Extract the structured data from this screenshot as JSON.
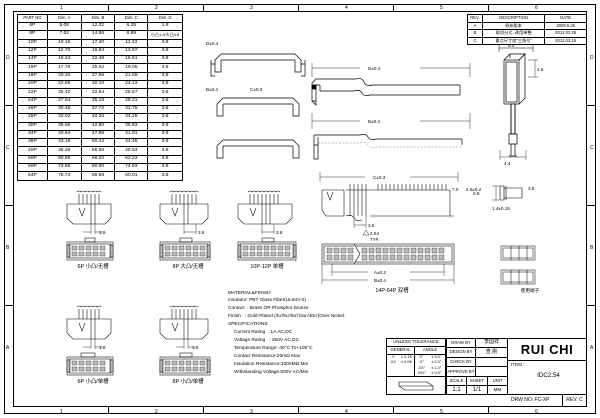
{
  "sheet": {
    "zones_top": [
      "1",
      "2",
      "3",
      "4",
      "5",
      "6"
    ],
    "zones_bottom": [
      "1",
      "2",
      "3",
      "4",
      "5",
      "6"
    ],
    "zones_left": [
      "D",
      "C",
      "B",
      "A"
    ],
    "zones_right": [
      "D",
      "C",
      "B",
      "A"
    ]
  },
  "parts_table": {
    "headers": [
      "PART NO",
      "Dim. A",
      "Dim. B",
      "Dim. C",
      "Dim. D"
    ],
    "rows": [
      [
        "6P",
        "5.08",
        "12.32",
        "6.35",
        "1.9"
      ],
      [
        "8P",
        "7.62",
        "14.86",
        "8.89",
        "小凸1.9/大凸3.8"
      ],
      [
        "10P",
        "10.16",
        "17.40",
        "11.43",
        "3.8"
      ],
      [
        "12P",
        "12.70",
        "19.94",
        "13.97",
        "3.8"
      ],
      [
        "14P",
        "15.24",
        "22.48",
        "16.51",
        "3.8"
      ],
      [
        "16P",
        "17.78",
        "25.02",
        "19.05",
        "3.8"
      ],
      [
        "18P",
        "20.32",
        "27.56",
        "21.59",
        "3.8"
      ],
      [
        "20P",
        "22.86",
        "30.10",
        "24.13",
        "3.8"
      ],
      [
        "22P",
        "25.40",
        "32.64",
        "26.67",
        "3.8"
      ],
      [
        "24P",
        "27.94",
        "35.18",
        "29.21",
        "3.8"
      ],
      [
        "26P",
        "30.48",
        "37.72",
        "31.75",
        "3.8"
      ],
      [
        "28P",
        "33.02",
        "40.26",
        "34.29",
        "3.8"
      ],
      [
        "30P",
        "35.56",
        "42.80",
        "36.83",
        "3.8"
      ],
      [
        "34P",
        "40.64",
        "47.88",
        "41.91",
        "3.8"
      ],
      [
        "36P",
        "43.18",
        "50.42",
        "44.45",
        "3.8"
      ],
      [
        "40P",
        "48.26",
        "55.50",
        "49.53",
        "3.8"
      ],
      [
        "50P",
        "60.96",
        "68.20",
        "62.23",
        "3.8"
      ],
      [
        "60P",
        "73.66",
        "80.90",
        "74.93",
        "3.8"
      ],
      [
        "64P",
        "78.74",
        "85.98",
        "80.01",
        "3.8"
      ]
    ]
  },
  "revision_table": {
    "headers": [
      "REV.",
      "DESCRIPTION",
      "DATE"
    ],
    "rows": [
      [
        "A",
        "原始版本",
        "2009.5.26"
      ],
      [
        "B",
        "取消分式, 改用单整",
        "2012.02.26"
      ],
      [
        "C",
        "重点尺寸加\"三角号\"",
        "2012.03.16"
      ]
    ]
  },
  "material": {
    "heading": "MATERIAL&FINISH",
    "lines": [
      "Insulator: PBT Glass Fiber(UL94V-0)",
      "Contact  : Brass OR Phosphor bronze",
      "Finish   : Gold-Plated (3u'/5u'/6u'/15u'/30u')Over Nickel."
    ]
  },
  "specifications": {
    "heading": "SPECIFICATIONS",
    "lines": [
      "Current Rating   :1A AC,DC",
      "Voltage Rating   : 250V AC,DC",
      "Temperature Range:-40°C To+105°C",
      "Contact Resistance:20mΩ Max",
      "Insulation Resistance:1000MΩ Min",
      "Withstanding Voltage:500V AC/Min"
    ]
  },
  "tolerance": {
    "title": "UNLESS TOLERANCE",
    "col_general": "GENERAL",
    "col_angle": "ANGLE",
    "rows": [
      [
        ".X",
        "± 0.15",
        "X°",
        "± 3.0°"
      ],
      [
        ".XX",
        "± 0.08",
        ".X°",
        "± 2.0°"
      ],
      [
        "",
        "",
        ".XX°",
        "± 1.0°"
      ],
      [
        "",
        "",
        ".XXX°",
        "± 0.5°"
      ]
    ]
  },
  "title_block": {
    "draw_by_label": "DRAW  BY",
    "draw_by_value": "李国祥",
    "design_by_label": "DESIGN BY",
    "design_by_value": "查  刚",
    "check_by_label": "CHECK BY",
    "check_by_value": "",
    "approve_by_label": "APPROVE BY",
    "approve_by_value": "",
    "scale_label": "SCALE",
    "scale_value": "1:1",
    "sheet_label": "SHEET",
    "sheet_value": "1/1",
    "unit_label": "UNIT",
    "unit_value": "MM",
    "company": "RUI CHI",
    "item_label": "ITEM :",
    "item_value": "IDC2.54",
    "drw_no": "DRW NO: FC-XP",
    "rev": "REV: C"
  },
  "views": {
    "v1": "6P  小凸/无槽",
    "v2": "8P  大凸/无槽",
    "v3": "10P-12P  单槽",
    "v4": "14P-64P  双槽",
    "v5": "6P  小凸/单槽",
    "v6": "8P  小凸/单槽"
  },
  "dimensions": {
    "d1": "1.9",
    "d2": "3.8",
    "d3": "3.8",
    "d4": "3.8",
    "d5": "1.9",
    "d6": "1.9",
    "pitch": "2.54",
    "pitch_typ": "TYP.",
    "a_dim": "A±0.2",
    "b_dim": "B±0.4",
    "c_dim": "C±0.3",
    "top_b": "B±0.4",
    "top_d": "D±0.4",
    "top_c": "C±0.3",
    "r6": "6.0",
    "r15": "1.5",
    "r44": "4.4",
    "r09": "0.9",
    "r14": "1.4±0.15",
    "r70": "7.0",
    "r25": "2.5±0.2",
    "r38": "3.8"
  }
}
